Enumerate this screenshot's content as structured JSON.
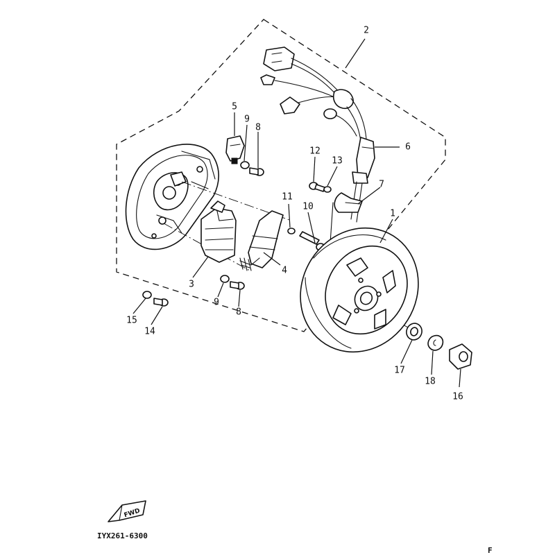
{
  "diagram": {
    "drawing_code": "IYX261-6300",
    "fwd_mark": "FWD",
    "corner_mark": "F",
    "callouts": [
      {
        "id": "c1",
        "text": "1"
      },
      {
        "id": "c2",
        "text": "2"
      },
      {
        "id": "c3",
        "text": "3"
      },
      {
        "id": "c4",
        "text": "4"
      },
      {
        "id": "c5",
        "text": "5"
      },
      {
        "id": "c6",
        "text": "6"
      },
      {
        "id": "c7",
        "text": "7"
      },
      {
        "id": "c8a",
        "text": "8"
      },
      {
        "id": "c8b",
        "text": "8"
      },
      {
        "id": "c9a",
        "text": "9"
      },
      {
        "id": "c9b",
        "text": "9"
      },
      {
        "id": "c10",
        "text": "10"
      },
      {
        "id": "c11",
        "text": "11"
      },
      {
        "id": "c12",
        "text": "12"
      },
      {
        "id": "c13",
        "text": "13"
      },
      {
        "id": "c14",
        "text": "14"
      },
      {
        "id": "c15",
        "text": "15"
      },
      {
        "id": "c16",
        "text": "16"
      },
      {
        "id": "c17",
        "text": "17"
      },
      {
        "id": "c18",
        "text": "18"
      }
    ]
  }
}
